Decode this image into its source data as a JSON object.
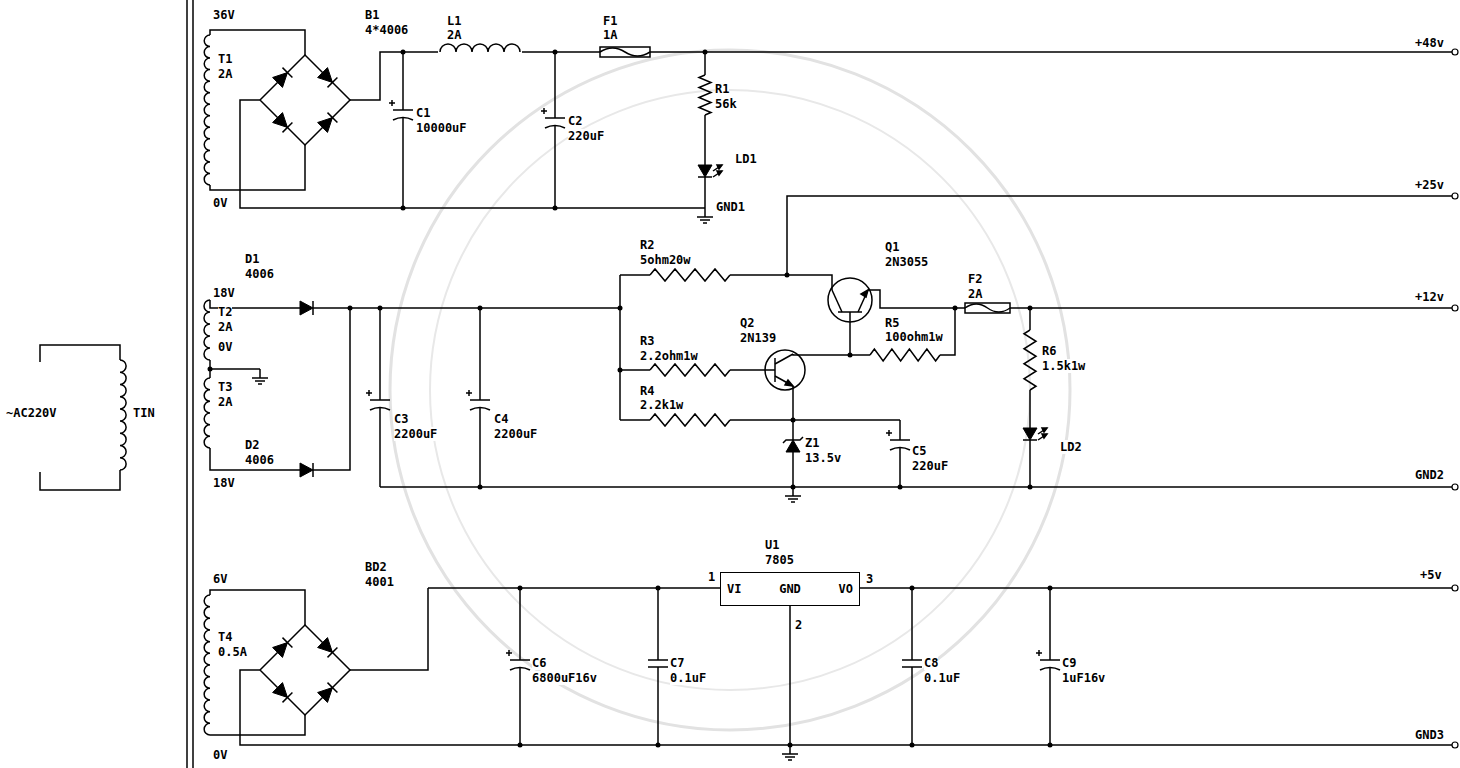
{
  "diagram": {
    "nodes": [
      {
        "text": [
          "VI",
          "GND",
          "VO"
        ]
      }
    ],
    "labels": [
      "~AC220V",
      "TIN",
      "36V",
      "T1",
      "2A",
      "0V",
      "B1",
      "4*4006",
      "L1",
      "2A",
      "F1",
      "1A",
      "R1",
      "56k",
      "LD1",
      "C1",
      "10000uF",
      "C2",
      "220uF",
      "GND1",
      "+48v",
      "+25v",
      "18V",
      "T2",
      "2A",
      "0V",
      "T3",
      "2A",
      "18V",
      "D1",
      "4006",
      "D2",
      "4006",
      "C3",
      "2200uF",
      "C4",
      "2200uF",
      "R2",
      "5ohm20w",
      "R3",
      "2.2ohm1w",
      "R4",
      "2.2k1w",
      "Q1",
      "2N3055",
      "Q2",
      "2N139",
      "R5",
      "100ohm1w",
      "F2",
      "2A",
      "R6",
      "1.5k1w",
      "LD2",
      "Z1",
      "13.5v",
      "C5",
      "220uF",
      "+12v",
      "GND2",
      "6V",
      "T4",
      "0.5A",
      "0V",
      "BD2",
      "4001",
      "C6",
      "6800uF16v",
      "C7",
      "0.1uF",
      "U1",
      "7805",
      "1",
      "2",
      "3",
      "C8",
      "0.1uF",
      "C9",
      "1uF16v",
      "+5v",
      "GND3"
    ]
  }
}
